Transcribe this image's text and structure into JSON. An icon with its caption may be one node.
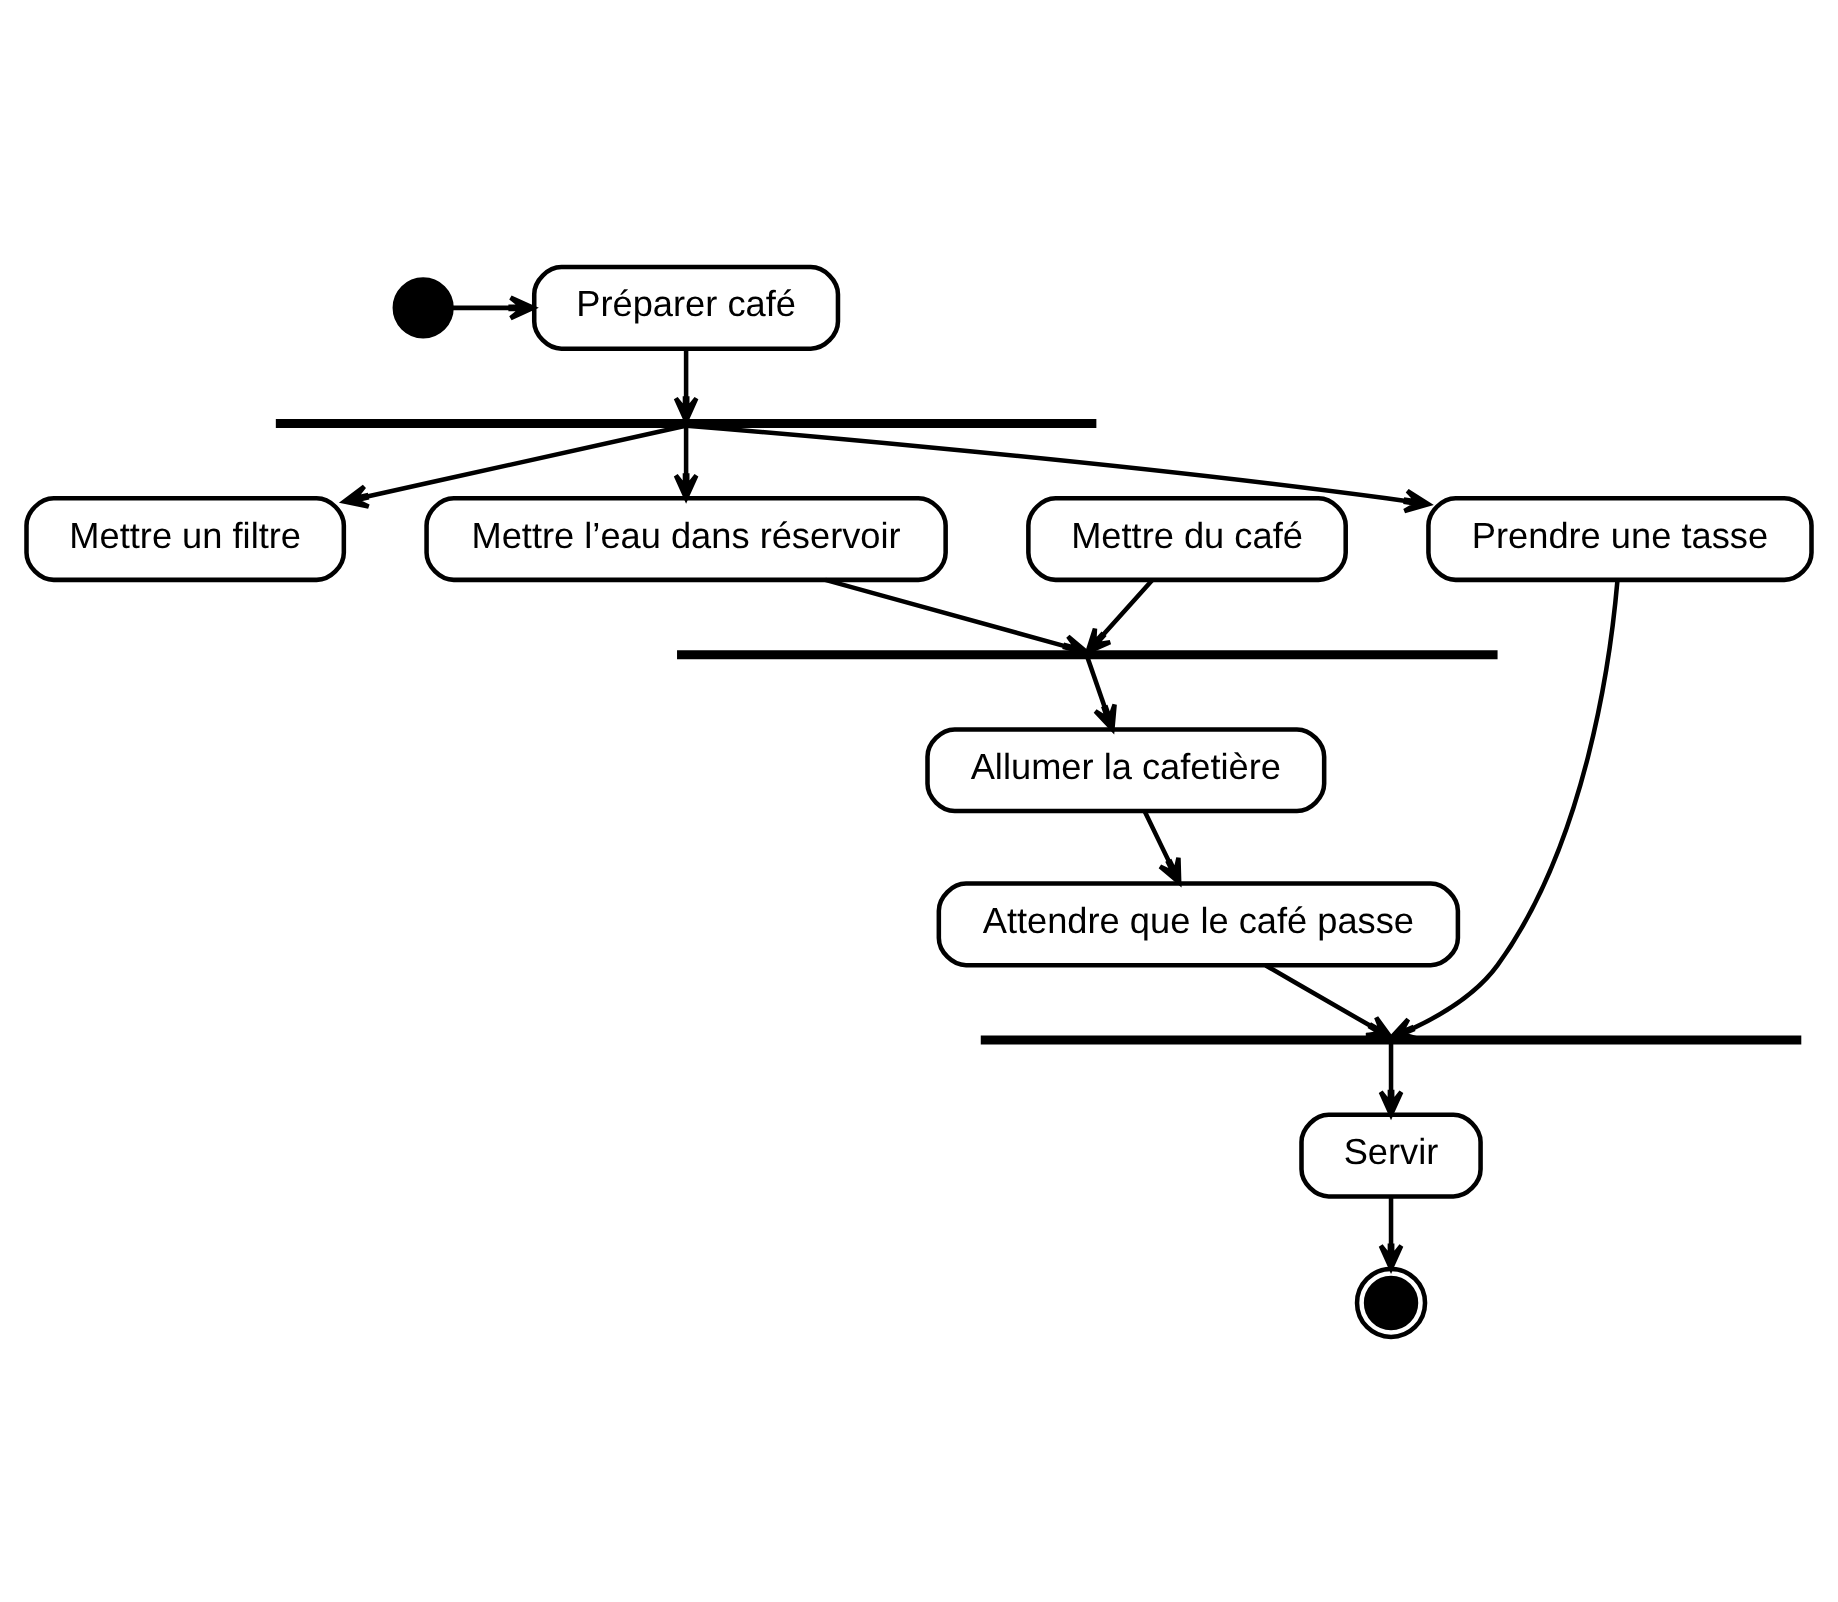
{
  "diagram": {
    "nodes": [
      {
        "text": [],
        "shape": "circle"
      },
      {
        "text": [
          "Préparer café"
        ]
      },
      {
        "text": [],
        "shape": "bar"
      },
      {
        "text": [
          "Mettre un filtre"
        ]
      },
      {
        "text": [
          "Mettre du café"
        ]
      },
      {
        "text": [
          "Mettre l’eau dans réservoir"
        ]
      },
      {
        "text": [
          "Prendre une tasse"
        ]
      },
      {
        "text": [],
        "shape": "bar"
      },
      {
        "text": [
          "Allumer la cafetière"
        ]
      },
      {
        "text": [
          "Attendre que le café passe"
        ]
      },
      {
        "text": [],
        "shape": "bar"
      },
      {
        "text": [
          "Servir"
        ]
      },
      {
        "text": [],
        "shape": "circle"
      }
    ],
    "edges": [
      {
        "from": 0,
        "to": 1,
        "arrow": "to"
      },
      {
        "from": 1,
        "to": 2,
        "arrow": "to"
      },
      {
        "from": 2,
        "to": 3,
        "arrow": "to"
      },
      {
        "from": 2,
        "to": 5,
        "arrow": "to"
      },
      {
        "from": 2,
        "to": 6,
        "arrow": "to"
      },
      {
        "from": 4,
        "to": 7,
        "arrow": "to"
      },
      {
        "from": 5,
        "to": 7,
        "arrow": "to"
      },
      {
        "from": 7,
        "to": 8,
        "arrow": "to"
      },
      {
        "from": 8,
        "to": 9,
        "arrow": "to"
      },
      {
        "from": 9,
        "to": 10,
        "arrow": "to"
      },
      {
        "from": 6,
        "to": 10,
        "arrow": "to"
      },
      {
        "from": 10,
        "to": 11,
        "arrow": "to"
      },
      {
        "from": 11,
        "to": 12,
        "arrow": "to"
      }
    ]
  }
}
